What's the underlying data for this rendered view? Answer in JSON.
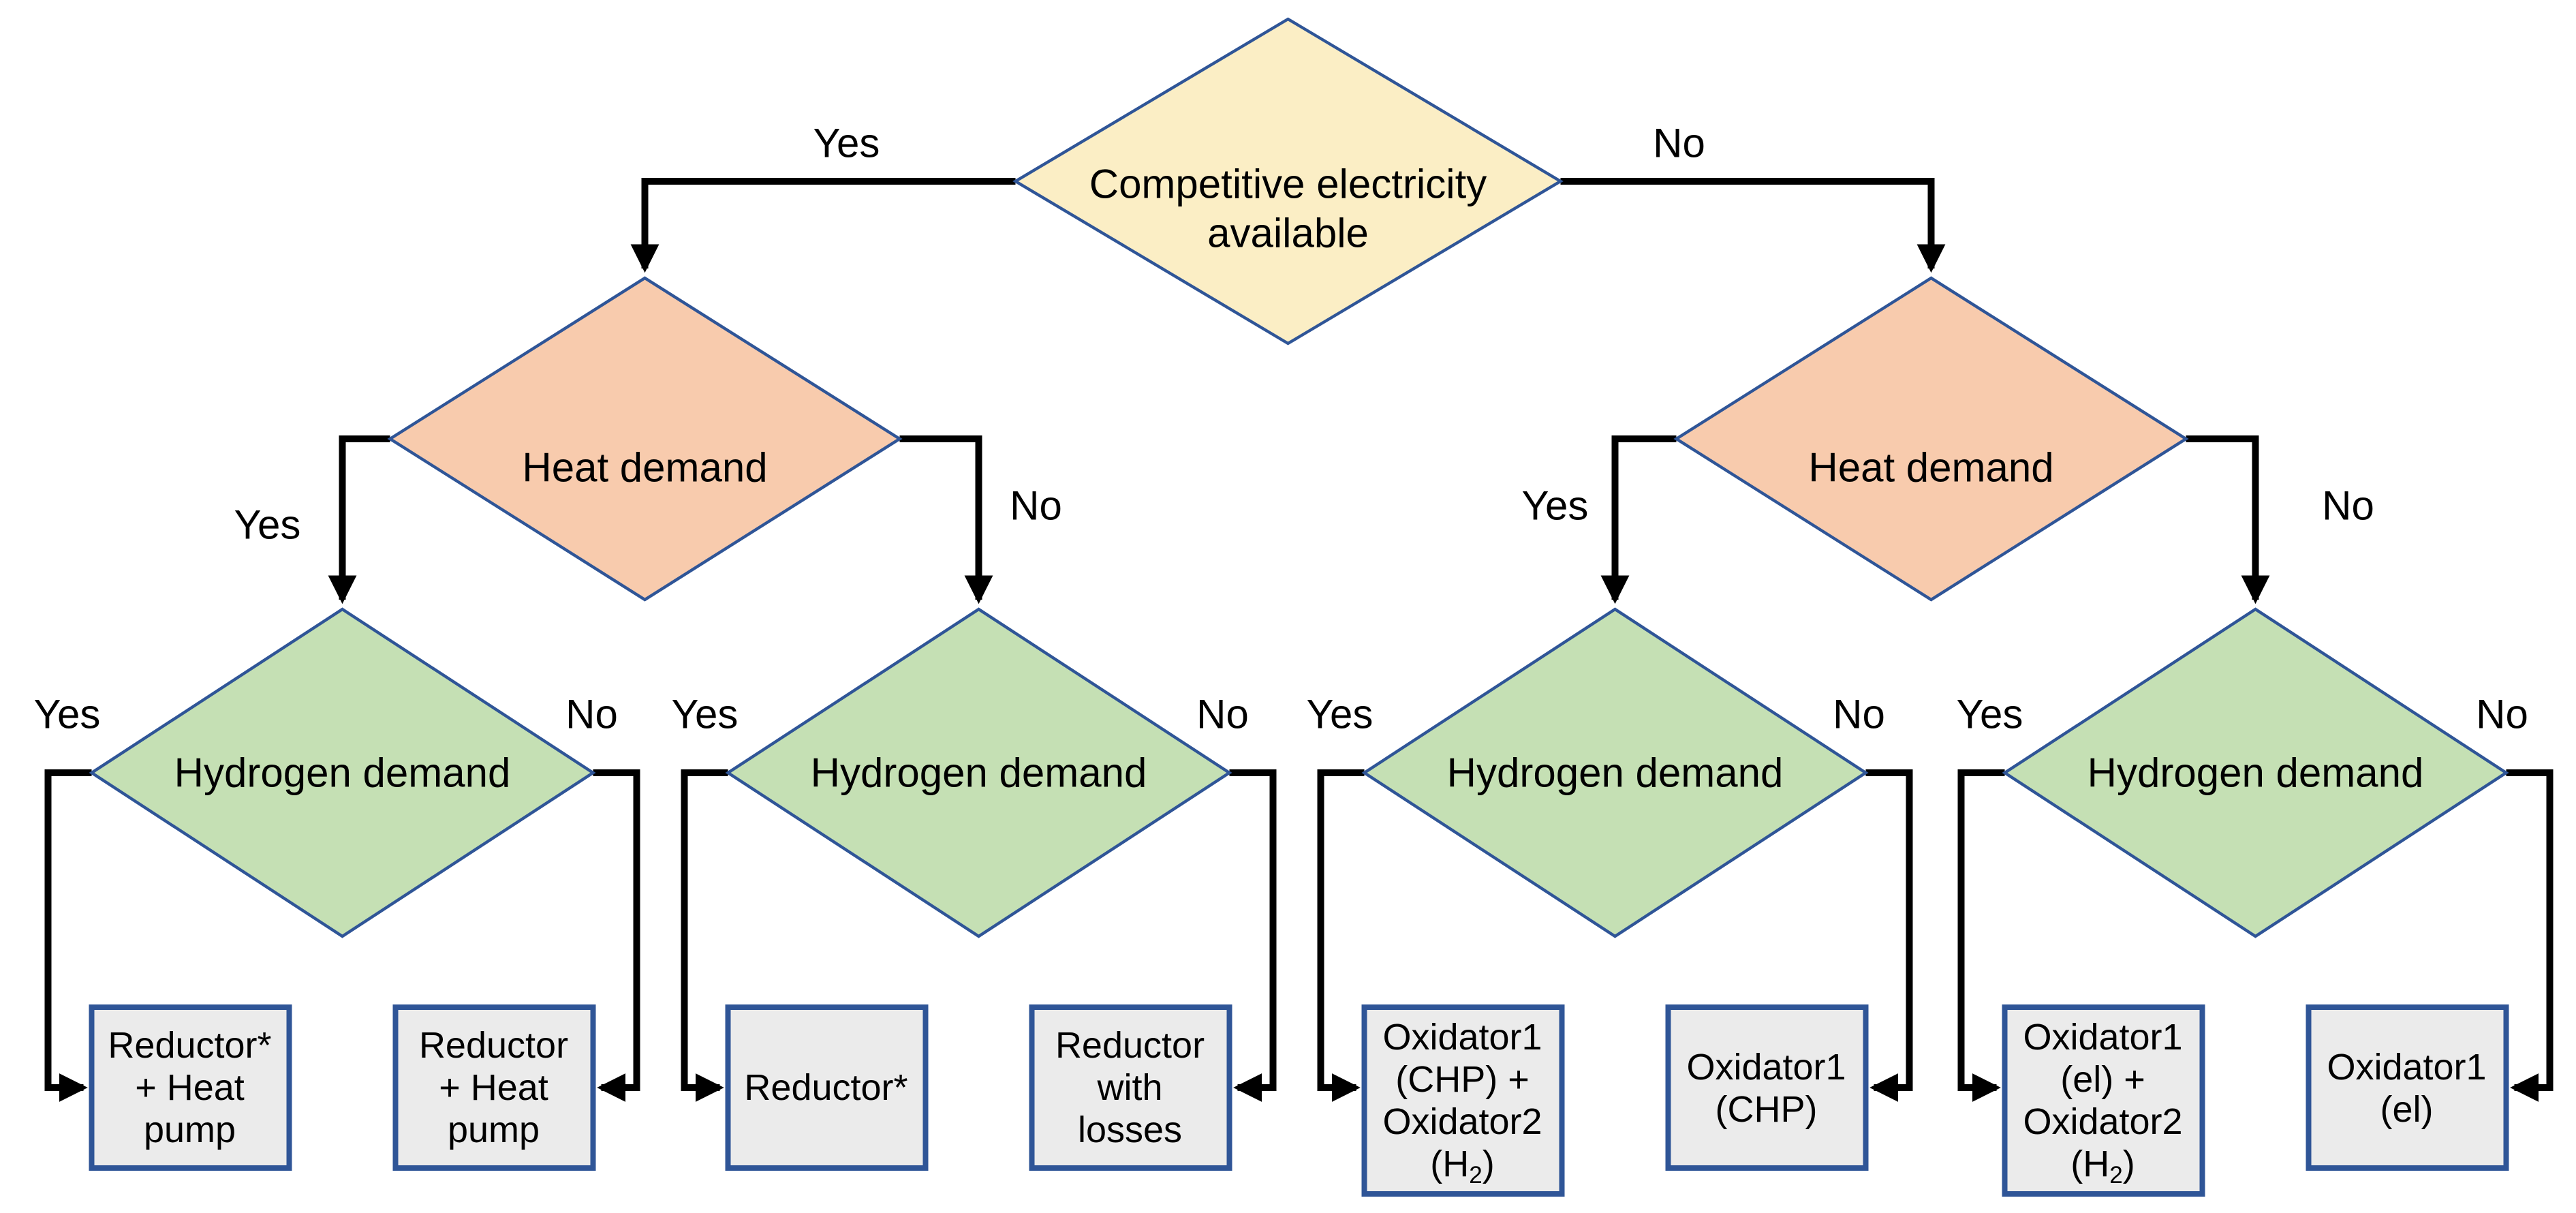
{
  "colors": {
    "root_fill": "#FBEEC5",
    "heat_fill": "#F8CBAD",
    "hydrogen_fill": "#C5E0B4",
    "leaf_fill": "#EBEBEB",
    "node_border": "#2F5597",
    "connector": "#000000"
  },
  "tree": {
    "root": {
      "question_lines": [
        "Competitive electricity",
        "available"
      ]
    },
    "branches": [
      {
        "answer": "Yes",
        "node": {
          "question": "Heat demand"
        },
        "branches": [
          {
            "answer": "Yes",
            "node": {
              "question": "Hydrogen demand"
            },
            "branches": [
              {
                "answer": "Yes",
                "leaf": {
                  "lines": [
                    "Reductor*",
                    "+ Heat",
                    "pump"
                  ]
                }
              },
              {
                "answer": "No",
                "leaf": {
                  "lines": [
                    "Reductor",
                    "+ Heat",
                    "pump"
                  ]
                }
              }
            ]
          },
          {
            "answer": "No",
            "node": {
              "question": "Hydrogen demand"
            },
            "branches": [
              {
                "answer": "Yes",
                "leaf": {
                  "lines": [
                    "Reductor*"
                  ]
                }
              },
              {
                "answer": "No",
                "leaf": {
                  "lines": [
                    "Reductor",
                    "with",
                    "losses"
                  ]
                }
              }
            ]
          }
        ]
      },
      {
        "answer": "No",
        "node": {
          "question": "Heat demand"
        },
        "branches": [
          {
            "answer": "Yes",
            "node": {
              "question": "Hydrogen demand"
            },
            "branches": [
              {
                "answer": "Yes",
                "leaf": {
                  "lines": [
                    "Oxidator1",
                    "(CHP) +",
                    "Oxidator2",
                    "(H₂)"
                  ]
                }
              },
              {
                "answer": "No",
                "leaf": {
                  "lines": [
                    "Oxidator1",
                    "(CHP)"
                  ]
                }
              }
            ]
          },
          {
            "answer": "No",
            "node": {
              "question": "Hydrogen demand"
            },
            "branches": [
              {
                "answer": "Yes",
                "leaf": {
                  "lines": [
                    "Oxidator1",
                    "(el) +",
                    "Oxidator2",
                    "(H₂)"
                  ]
                }
              },
              {
                "answer": "No",
                "leaf": {
                  "lines": [
                    "Oxidator1",
                    "(el)"
                  ]
                }
              }
            ]
          }
        ]
      }
    ]
  }
}
